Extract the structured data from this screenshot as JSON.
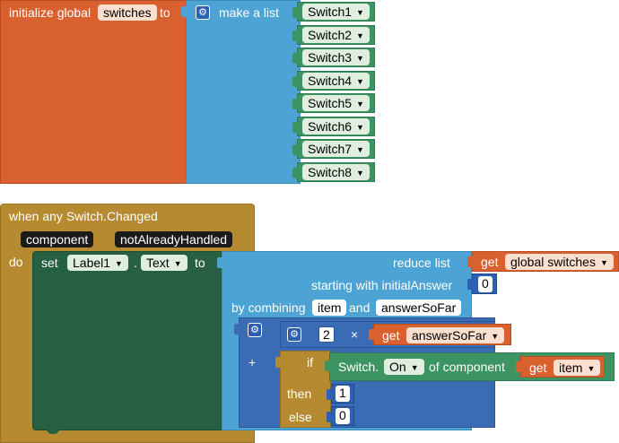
{
  "global_var": {
    "prefix": "initialize global",
    "name": "switches",
    "to": "to",
    "make_list": "make a list",
    "items": [
      "Switch1",
      "Switch2",
      "Switch3",
      "Switch4",
      "Switch5",
      "Switch6",
      "Switch7",
      "Switch8"
    ]
  },
  "event": {
    "title": "when any Switch.Changed",
    "param_component": "component",
    "param_not_handled": "notAlreadyHandled",
    "do": "do",
    "set": "set",
    "component": "Label1",
    "dot": ".",
    "property": "Text",
    "to": "to"
  },
  "reduce": {
    "label": "reduce  list",
    "get": "get",
    "list_var": "global switches",
    "starting": "starting with initialAnswer",
    "initial": "0",
    "by_combining": "by combining",
    "item": "item",
    "and": "and",
    "answer": "answerSoFar"
  },
  "math": {
    "plus": "+",
    "two": "2",
    "times": "×",
    "get": "get",
    "answer_var": "answerSoFar"
  },
  "ifexpr": {
    "if": "if",
    "then": "then",
    "else": "else",
    "then_val": "1",
    "else_val": "0"
  },
  "switch_getter": {
    "label": "Switch.",
    "property": "On",
    "of_component": "of component",
    "get": "get",
    "var": "item"
  },
  "colors": {
    "variable_orange": "#d9612f",
    "list_blue": "#4da3d4",
    "component_green": "#3d9463",
    "event_gold": "#b58a30",
    "setter_dark_green": "#266040",
    "math_blue": "#3a6bb5",
    "control_gold": "#b58a30"
  }
}
